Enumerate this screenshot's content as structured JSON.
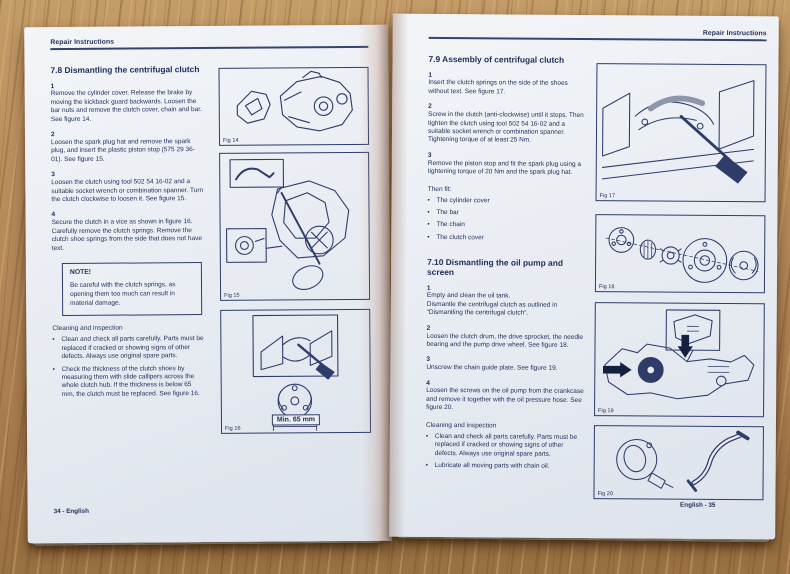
{
  "palette": {
    "ink": "#1e2c58",
    "page": "#e9edf3",
    "wood": "#b4895a",
    "rule": "#35456f"
  },
  "left_page": {
    "header": "Repair Instructions",
    "section": {
      "title": "7.8 Dismantling the centrifugal clutch",
      "steps": [
        {
          "num": "1",
          "text": "Remove the cylinder cover. Release the brake by moving the kickback guard backwards. Loosen the bar nuts and remove the clutch cover, chain and bar. See figure 14."
        },
        {
          "num": "2",
          "text": "Loosen the spark plug hat and remove the spark plug, and insert the plastic piston stop (575 29 36-01). See figure 15."
        },
        {
          "num": "3",
          "text": "Loosen the clutch using tool 502 54 16-02 and a suitable socket wrench or combination spanner. Turn the clutch clockwise to loosen it. See figure 15."
        },
        {
          "num": "4",
          "text": "Secure the clutch in a vice as shown in figure 16. Carefully remove the clutch springs. Remove the clutch shoe springs from the side that does not have text."
        }
      ],
      "note": {
        "title": "NOTE!",
        "text": "Be careful with the clutch springs, as opening them too much can result in material damage."
      },
      "cleaning": {
        "title": "Cleaning and inspection",
        "items": [
          "Clean and check all parts carefully. Parts must be replaced if cracked or showing signs of other defects. Always use original spare parts.",
          "Check the thickness of the clutch shoes by measuring them with slide callipers across the whole clutch hub. If the thickness is below 65 mm, the clutch must be replaced. See figure 16."
        ]
      }
    },
    "figures": [
      {
        "caption": "Fig 14"
      },
      {
        "caption": "Fig 15"
      },
      {
        "caption": "Fig 16",
        "label": "Min. 65 mm"
      }
    ],
    "footer": "34 - English"
  },
  "right_page": {
    "header": "Repair Instructions",
    "section_assembly": {
      "title": "7.9 Assembly of centrifugal clutch",
      "steps": [
        {
          "num": "1",
          "text": "Insert the clutch springs on the side of the shoes without text. See figure 17."
        },
        {
          "num": "2",
          "text": "Screw in the clutch (anti-clockwise) until it stops. Then tighten the clutch using tool 502 54 16-02 and a suitable socket wrench or combination spanner. Tightening torque of at least 25 Nm."
        },
        {
          "num": "3",
          "text": "Remove the piston stop and fit the spark plug using a tightening torque of 20 Nm and the spark plug hat."
        }
      ],
      "then_fit": {
        "title": "Then fit:",
        "items": [
          "The cylinder cover",
          "The bar",
          "The chain",
          "The clutch cover"
        ]
      }
    },
    "section_oil_pump": {
      "title": "7.10 Dismantling the oil pump and screen",
      "steps": [
        {
          "num": "1",
          "text": "Empty and clean the oil tank.\nDismantle the centrifugal clutch as outlined in “Dismantling the centrifugal clutch”."
        },
        {
          "num": "2",
          "text": "Loosen the clutch drum, the drive sprocket, the needle bearing and the pump drive wheel. See figure 18."
        },
        {
          "num": "3",
          "text": "Unscrew the chain guide plate. See figure 19."
        },
        {
          "num": "4",
          "text": "Loosen the screws on the oil pump from the crankcase and remove it together with the oil pressure hose. See figure 20."
        }
      ],
      "cleaning": {
        "title": "Cleaning and inspection",
        "items": [
          "Clean and check all parts carefully. Parts must be replaced if cracked or showing signs of other defects. Always use original spare parts.",
          "Lubricate all moving parts with chain oil."
        ]
      }
    },
    "figures": [
      {
        "caption": "Fig 17"
      },
      {
        "caption": "Fig 18"
      },
      {
        "caption": "Fig 19"
      },
      {
        "caption": "Fig 20"
      }
    ],
    "footer": "English - 35"
  }
}
